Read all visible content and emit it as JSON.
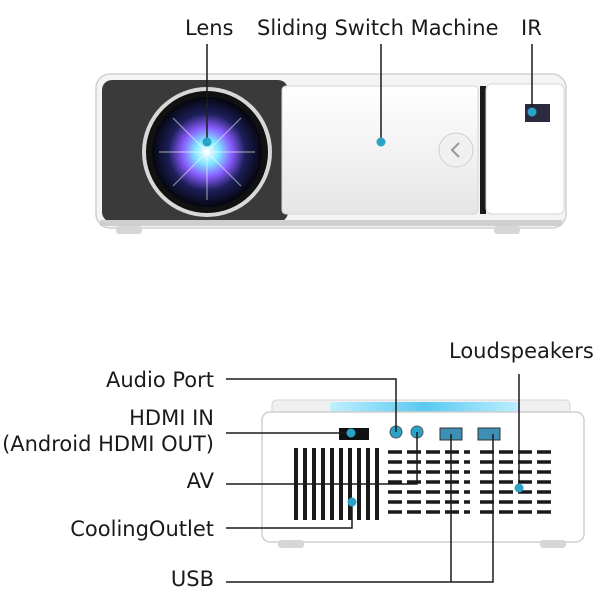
{
  "labels": {
    "lens": "Lens",
    "sliding_switch": "Sliding Switch Machine",
    "ir": "IR",
    "loudspeakers": "Loudspeakers",
    "audio_port": "Audio Port",
    "hdmi_in": "HDMI IN",
    "android_hdmi_out": "(Android HDMI OUT)",
    "av": "AV",
    "cooling_outlet": "CoolingOutlet",
    "usb": "USB"
  },
  "colors": {
    "callout_dot": "#2aa3c9",
    "leader_line": "#1a1a1a",
    "body_white": "#ffffff",
    "body_gray": "#e9e9e9",
    "lens_panel": "#3b3b3b",
    "blue_glow": "#7fd6f5"
  }
}
